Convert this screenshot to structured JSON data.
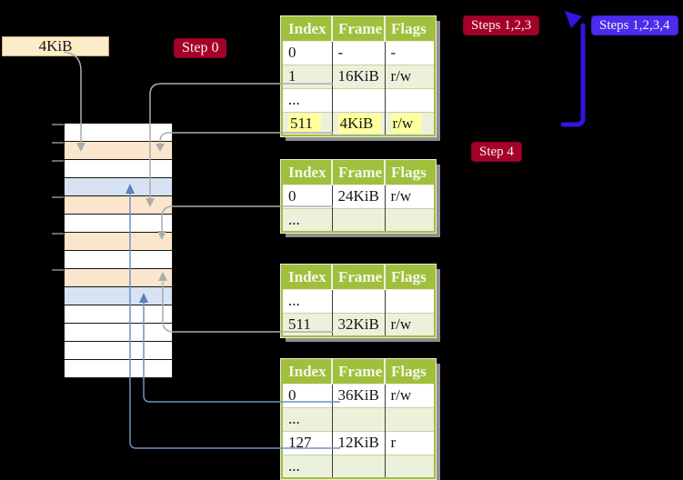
{
  "frame_box": {
    "label": "4KiB"
  },
  "badges": {
    "step0": "Step 0",
    "steps123": "Steps 1,2,3",
    "steps1234": "Steps 1,2,3,4",
    "step4": "Step 4"
  },
  "columns": {
    "index": "Index",
    "frame": "Frame",
    "flags": "Flags"
  },
  "tables": [
    {
      "rows": [
        [
          "0",
          "-",
          "-"
        ],
        [
          "1",
          "16KiB",
          "r/w"
        ],
        [
          "...",
          "",
          ""
        ],
        [
          "511",
          "4KiB",
          "r/w"
        ]
      ]
    },
    {
      "rows": [
        [
          "0",
          "24KiB",
          "r/w"
        ],
        [
          "...",
          "",
          ""
        ]
      ]
    },
    {
      "rows": [
        [
          "...",
          "",
          ""
        ],
        [
          "511",
          "32KiB",
          "r/w"
        ]
      ]
    },
    {
      "rows": [
        [
          "0",
          "36KiB",
          "r/w"
        ],
        [
          "...",
          "",
          ""
        ],
        [
          "127",
          "12KiB",
          "r"
        ],
        [
          "...",
          "",
          ""
        ]
      ]
    }
  ],
  "memory": {
    "row_colors": [
      "white",
      "orange",
      "white",
      "blue",
      "orange",
      "white",
      "orange",
      "white",
      "orange",
      "blue",
      "white",
      "white",
      "white",
      "white"
    ]
  },
  "colors": {
    "table_header_green": "#a0bf3c",
    "table_row_green": "#ecf1dc",
    "highlight_yellow": "#ffff9d",
    "badge_red": "#a40129",
    "badge_blue": "#4d2bec",
    "memory_orange": "#fce5cd",
    "memory_blue": "#d7e3f2",
    "frame_box_tan": "#fcecc9",
    "connector_gray": "#acacac",
    "connector_steelblue": "#6e91c3",
    "big_arrow_blue": "#3414e0"
  }
}
